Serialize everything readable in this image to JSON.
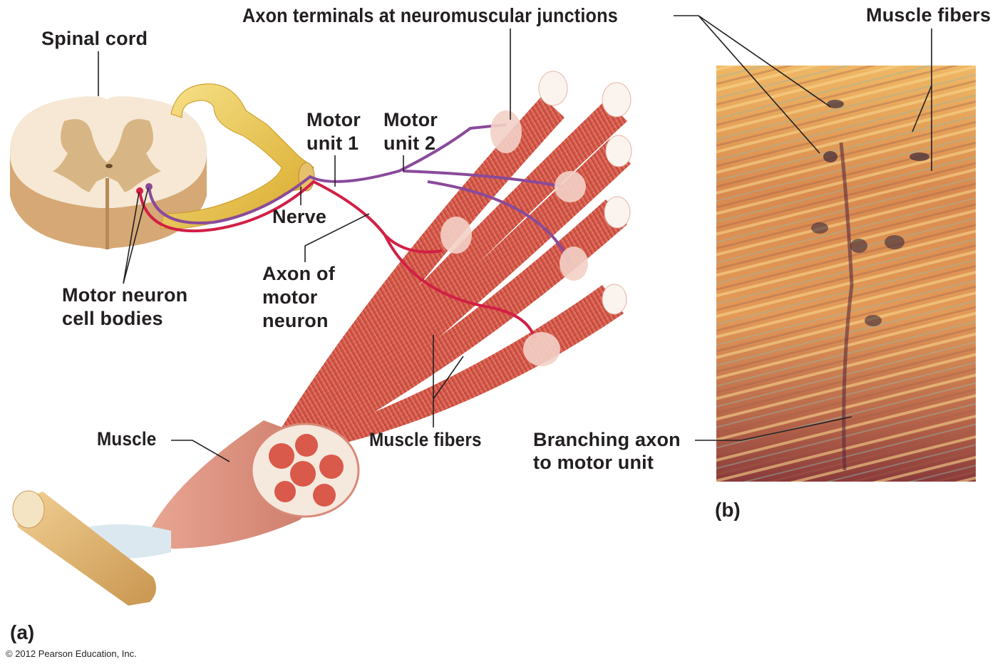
{
  "figure": {
    "panel_a_tag": "(a)",
    "panel_b_tag": "(b)",
    "copyright": "© 2012 Pearson Education, Inc."
  },
  "labels": {
    "spinal_cord": "Spinal cord",
    "axon_terminals": "Axon terminals at neuromuscular junctions",
    "muscle_fibers_photo": "Muscle fibers",
    "motor_unit_1_line1": "Motor",
    "motor_unit_1_line2": "unit 1",
    "motor_unit_2_line1": "Motor",
    "motor_unit_2_line2": "unit 2",
    "nerve": "Nerve",
    "axon_of_motor_neuron_line1": "Axon of",
    "axon_of_motor_neuron_line2": "motor",
    "axon_of_motor_neuron_line3": "neuron",
    "motor_neuron_cell_bodies_line1": "Motor neuron",
    "motor_neuron_cell_bodies_line2": "cell bodies",
    "muscle": "Muscle",
    "muscle_fibers_drawing": "Muscle fibers",
    "branching_axon_line1": "Branching axon",
    "branching_axon_line2": "to motor unit"
  },
  "colors": {
    "motor_unit_1_axon": "#d21f45",
    "motor_unit_2_axon": "#8a4a9a",
    "nerve": "#e9c13a",
    "muscle_fiber": "#d9594a",
    "spinal_gray_matter": "#d8b585",
    "spinal_white_matter": "#f6e8d4"
  }
}
